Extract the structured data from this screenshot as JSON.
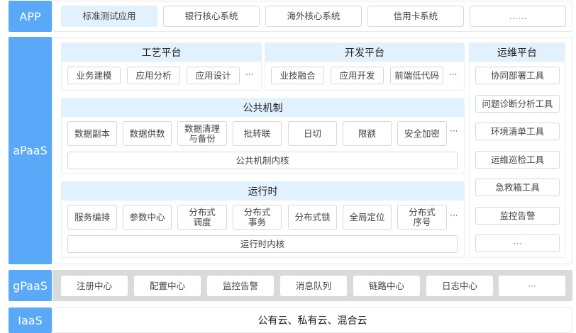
{
  "layers": {
    "app": "APP",
    "apaas": "aPaaS",
    "gpaas": "gPaaS",
    "iaas": "IaaS"
  },
  "app": [
    "标准测试应用",
    "银行核心系统",
    "海外核心系统",
    "信用卡系统",
    "……"
  ],
  "craft": {
    "title": "工艺平台",
    "items": [
      "业务建模",
      "应用分析",
      "应用设计"
    ],
    "more": "···"
  },
  "dev": {
    "title": "开发平台",
    "items": [
      "业技融合",
      "应用开发",
      "前端低代码"
    ],
    "more": "···"
  },
  "ops": {
    "title": "运维平台",
    "items": [
      "协同部署工具",
      "问题诊断分析工具",
      "环境清单工具",
      "运维巡检工具",
      "急救箱工具",
      "监控告警",
      "···"
    ]
  },
  "common": {
    "title": "公共机制",
    "items": [
      "数据副本",
      "数据供数",
      "数据清理\n与备份",
      "批转联",
      "日切",
      "限额",
      "安全加密"
    ],
    "more": "···",
    "kernel": "公共机制内核"
  },
  "runtime": {
    "title": "运行时",
    "items": [
      "服务编排",
      "参数中心",
      "分布式\n调度",
      "分布式\n事务",
      "分布式锁",
      "全局定位",
      "分布式\n序号"
    ],
    "more": "···",
    "kernel": "运行时内核"
  },
  "gpaas": [
    "注册中心",
    "配置中心",
    "监控告警",
    "消息队列",
    "链路中心",
    "日志中心",
    "···"
  ],
  "iaas": "公有云、私有云、混合云",
  "colors": {
    "layer_label": "#5aa9f8",
    "panel_header": "#e1f1fd",
    "gpaas_bg": "#d9dadc"
  }
}
